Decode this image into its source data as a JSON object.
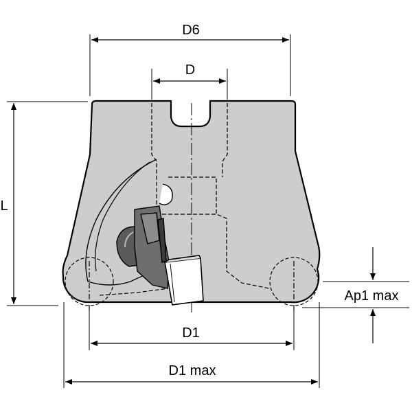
{
  "colors": {
    "body_fill": "#cdcdcd",
    "outline": "#000000",
    "background": "#ffffff"
  },
  "labels": {
    "d6": "D6",
    "d": "D",
    "l": "L",
    "ap1_max": "Ap1 max",
    "d1": "D1",
    "d1_max": "D1 max"
  }
}
